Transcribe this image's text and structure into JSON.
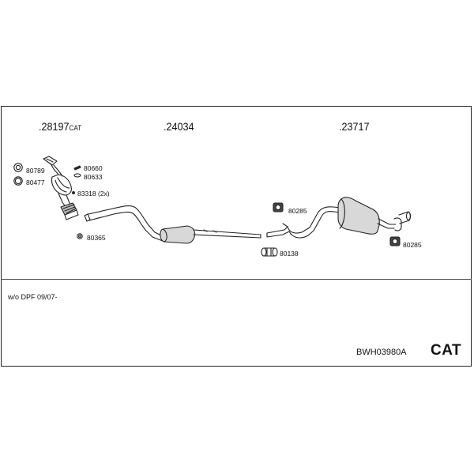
{
  "diagram": {
    "sections": [
      {
        "part_no": ".28197",
        "suffix": "CAT"
      },
      {
        "part_no": ".24034",
        "suffix": ""
      },
      {
        "part_no": ".23717",
        "suffix": ""
      }
    ],
    "parts": {
      "p80789": "80789",
      "p80477": "80477",
      "p80660": "80660",
      "p80633": "80633",
      "p83318": "83318 (2x)",
      "p80365": "80365",
      "p80285a": "80285",
      "p80138": "80138",
      "p80285b": "80285"
    },
    "note": "w/o DPF  09/07-",
    "kit_code": "BWH03980A",
    "kit_type": "CAT"
  }
}
